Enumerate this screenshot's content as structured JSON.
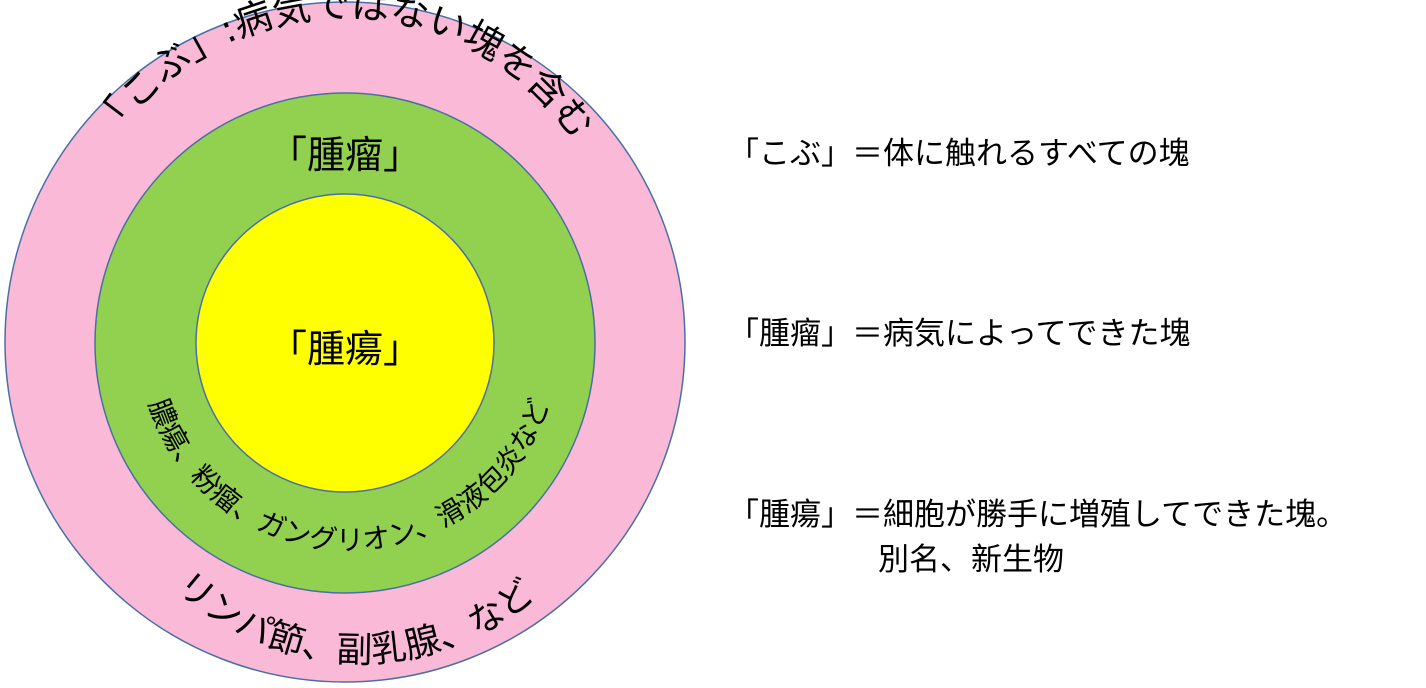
{
  "diagram": {
    "outer": {
      "fill": "#f9b9d7",
      "caption_top": "「こぶ」:病気ではない塊を含む",
      "caption_bottom": "リンパ節、副乳腺、など"
    },
    "middle": {
      "fill": "#92d050",
      "title": "「腫瘤」",
      "caption": "膿瘍、粉瘤、ガングリオン、滑液包炎など"
    },
    "inner": {
      "fill": "#ffff00",
      "title": "「腫瘍」"
    },
    "stroke": "#4a6fa5"
  },
  "definitions": {
    "kobu": "「こぶ」＝体に触れるすべての塊",
    "shuryu": "「腫瘤」＝病気によってできた塊",
    "shuyo": "「腫瘍」＝細胞が勝手に増殖してできた塊。",
    "shuyo_alias": "別名、新生物"
  }
}
